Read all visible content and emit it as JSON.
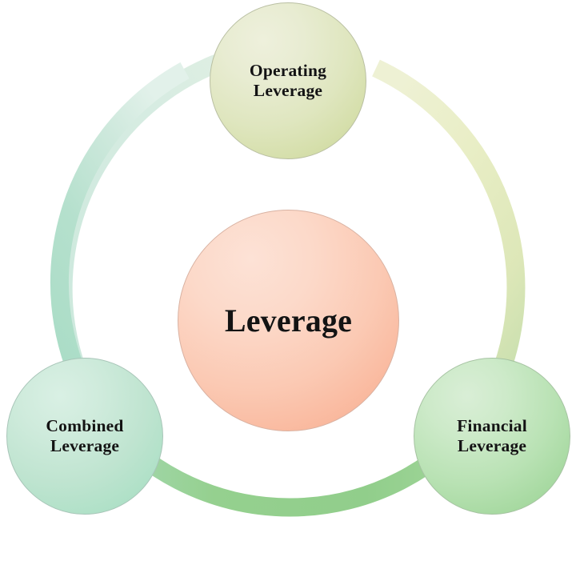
{
  "diagram": {
    "title": "Leverage",
    "type": "cycle-diagram",
    "background_color": "#ffffff",
    "center": {
      "id": "leverage",
      "label": "Leverage",
      "fill_color": "#fbc9b3",
      "text_color": "#131313"
    },
    "ring": {
      "shape": "circular-arc-ring",
      "gradient_stops": [
        {
          "position": "top-left",
          "color": "#cfe8dd"
        },
        {
          "position": "left",
          "color": "#a9dcc6"
        },
        {
          "position": "top-right",
          "color": "#eef0cd"
        },
        {
          "position": "right",
          "color": "#e6ecc0"
        },
        {
          "position": "bottom",
          "color": "#93cf8e"
        }
      ]
    },
    "nodes": [
      {
        "id": "operating",
        "label": "Operating\nLeverage",
        "position": "top",
        "fill_color": "#dfe6bf",
        "text_color": "#131313"
      },
      {
        "id": "combined",
        "label": "Combined\nLeverage",
        "position": "bottom-left",
        "fill_color": "#bfe4d0",
        "text_color": "#131313"
      },
      {
        "id": "financial",
        "label": "Financial\nLeverage",
        "position": "bottom-right",
        "fill_color": "#b9e2b4",
        "text_color": "#131313"
      }
    ]
  }
}
